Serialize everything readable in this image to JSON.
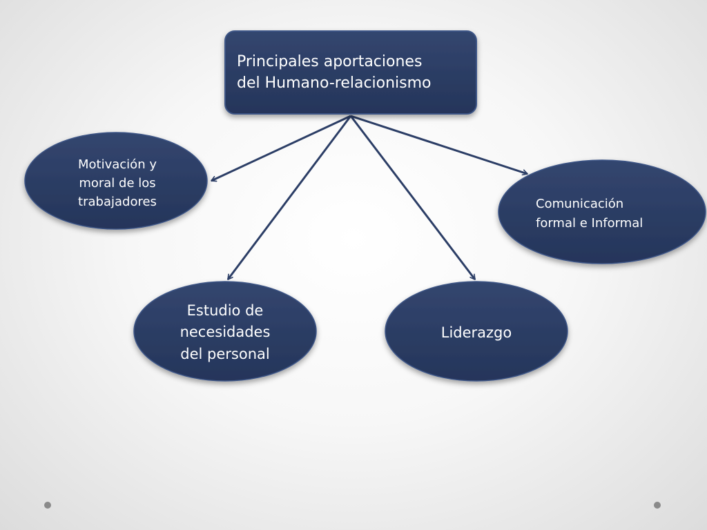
{
  "diagram": {
    "root": "Principales aportaciones\ndel Humano-relacionismo",
    "children": {
      "motivacion": "Motivación y\nmoral de los\ntrabajadores",
      "comunicacion": "Comunicación\nformal e Informal",
      "estudio": "Estudio de\nnecesidades\ndel personal",
      "liderazgo": "Liderazgo"
    }
  },
  "colors": {
    "node_fill": "#2c3e66",
    "node_border": "#1e2d4f",
    "arrow": "#2c3e66",
    "text": "#ffffff",
    "corner_dot": "#8a8a8a"
  }
}
